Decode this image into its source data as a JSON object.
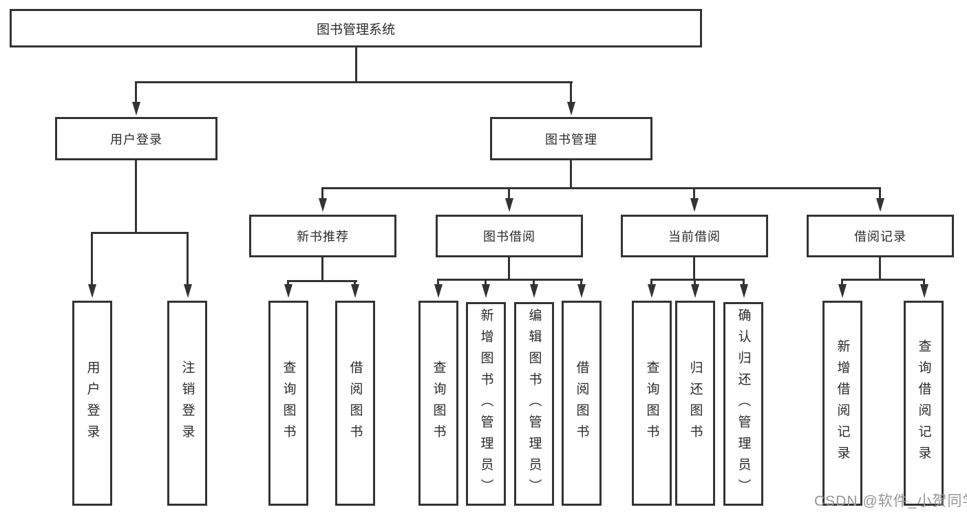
{
  "diagram": {
    "root": "图书管理系统",
    "level2": [
      "用户登录",
      "图书管理"
    ],
    "level3": [
      "新书推荐",
      "图书借阅",
      "当前借阅",
      "借阅记录"
    ],
    "leaves": {
      "login": [
        "用户登录",
        "注销登录"
      ],
      "newbook": [
        "查询图书",
        "借阅图书"
      ],
      "borrow": [
        "查询图书",
        "新增图书（管理员）",
        "编辑图书（管理员）",
        "借阅图书"
      ],
      "current": [
        "查询图书",
        "归还图书",
        "确认归还（管理员）"
      ],
      "records": [
        "新增借阅记录",
        "查询借阅记录"
      ]
    },
    "watermark": "CSDN @软件_小贺同学",
    "colors": {
      "line": "#333333",
      "text": "#2a2a2a",
      "watermark": "#969696",
      "background": "#ffffff"
    }
  }
}
